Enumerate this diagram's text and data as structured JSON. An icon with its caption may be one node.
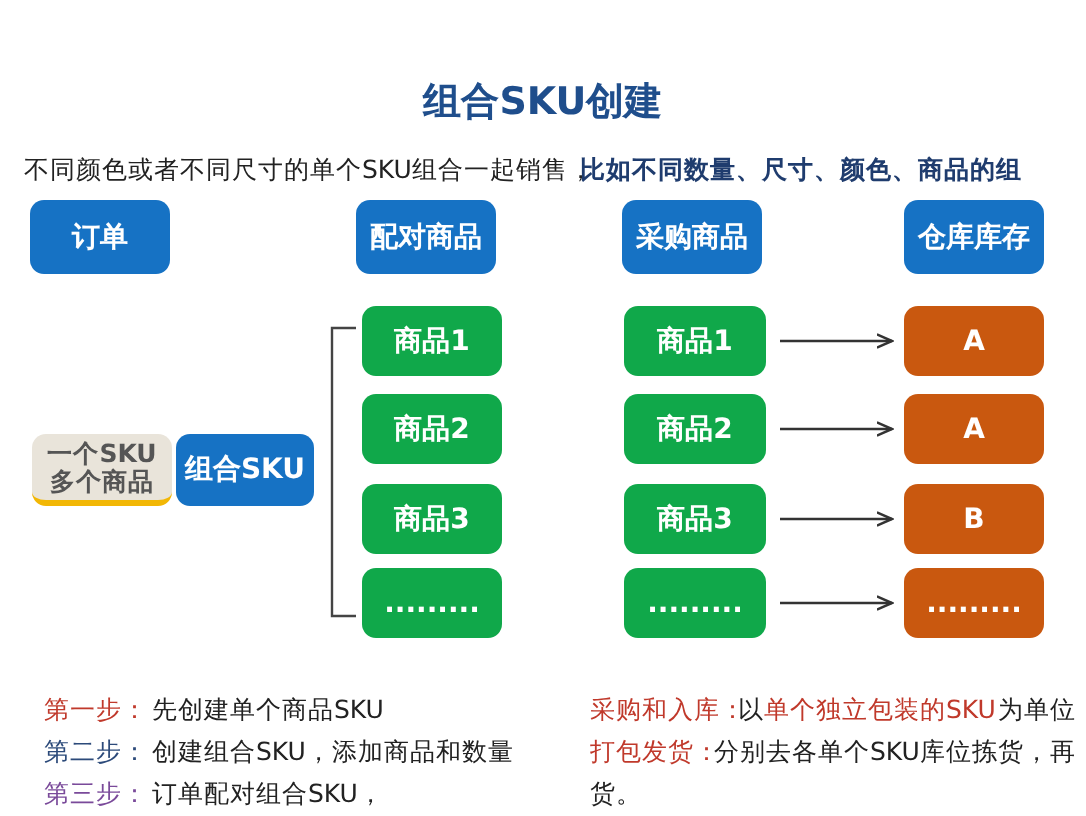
{
  "diagram": {
    "title": "组合SKU创建",
    "nodes": [
      {
        "text": [
          "订单"
        ]
      },
      {
        "text": [
          "配对商品"
        ]
      },
      {
        "text": [
          "采购商品"
        ]
      },
      {
        "text": [
          "仓库库存"
        ]
      },
      {
        "text": [
          "一个SKU 多个商品"
        ]
      },
      {
        "text": [
          "组合SKU"
        ]
      },
      {
        "text": [
          "商品1"
        ]
      },
      {
        "text": [
          "商品2"
        ]
      },
      {
        "text": [
          "商品3"
        ]
      },
      {
        "text": [
          "........."
        ]
      },
      {
        "text": [
          "商品1"
        ]
      },
      {
        "text": [
          "商品2"
        ]
      },
      {
        "text": [
          "商品3"
        ]
      },
      {
        "text": [
          "........."
        ]
      },
      {
        "text": [
          "A"
        ]
      },
      {
        "text": [
          "A"
        ]
      },
      {
        "text": [
          "B"
        ]
      },
      {
        "text": [
          "........."
        ]
      }
    ],
    "edges": [
      {
        "from": 10,
        "to": 14,
        "arrow": "to"
      },
      {
        "from": 11,
        "to": 15,
        "arrow": "to"
      },
      {
        "from": 12,
        "to": 16,
        "arrow": "to"
      },
      {
        "from": 13,
        "to": 17,
        "arrow": "to"
      }
    ],
    "labels": [
      "不同颜色或者不同尺寸的单个SKU组合一起销售，",
      "比如不同数量、尺寸、颜色、商品的组",
      "第一步：",
      "先创建单个商品SKU",
      "第二步：",
      "创建组合SKU，添加商品和数量",
      "第三步：",
      "订单配对组合SKU，",
      "采购和入库：",
      "以",
      "单个独立包装的SKU",
      "为单位",
      "打包发货：",
      "分别去各单个SKU库位拣货，再",
      "货。"
    ]
  }
}
